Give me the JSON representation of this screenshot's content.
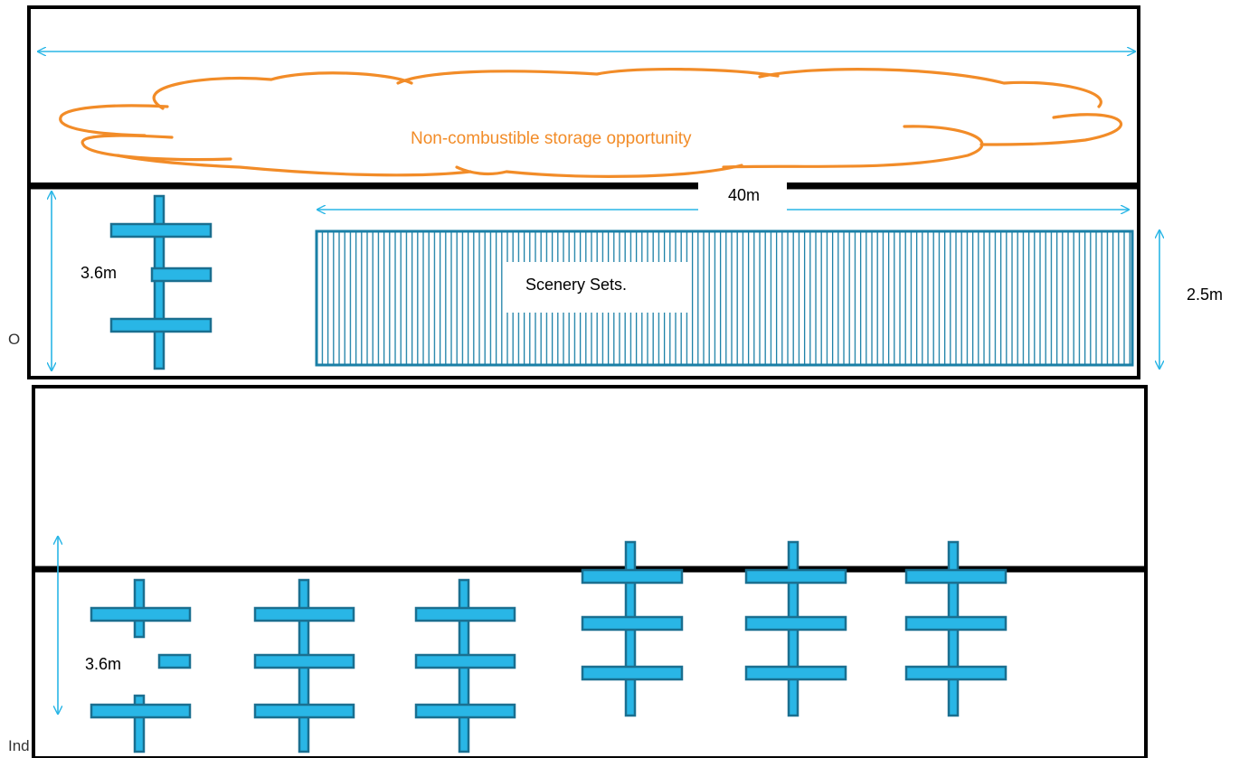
{
  "colors": {
    "rack": "#29b6e6",
    "rack_stroke": "#1a6f90",
    "arrow": "#29b6e6",
    "cloud": "#f28c28",
    "outline": "#000000"
  },
  "cloud_label": "Non-combustible storage opportunity",
  "dimensions": {
    "length": "40m",
    "rack_height_upper": "3.6m",
    "rack_height_lower": "3.6m",
    "set_height": "2.5m"
  },
  "sets_label": "Scenery Sets.",
  "edge_labels": {
    "upper": "O",
    "lower": "Ind"
  }
}
